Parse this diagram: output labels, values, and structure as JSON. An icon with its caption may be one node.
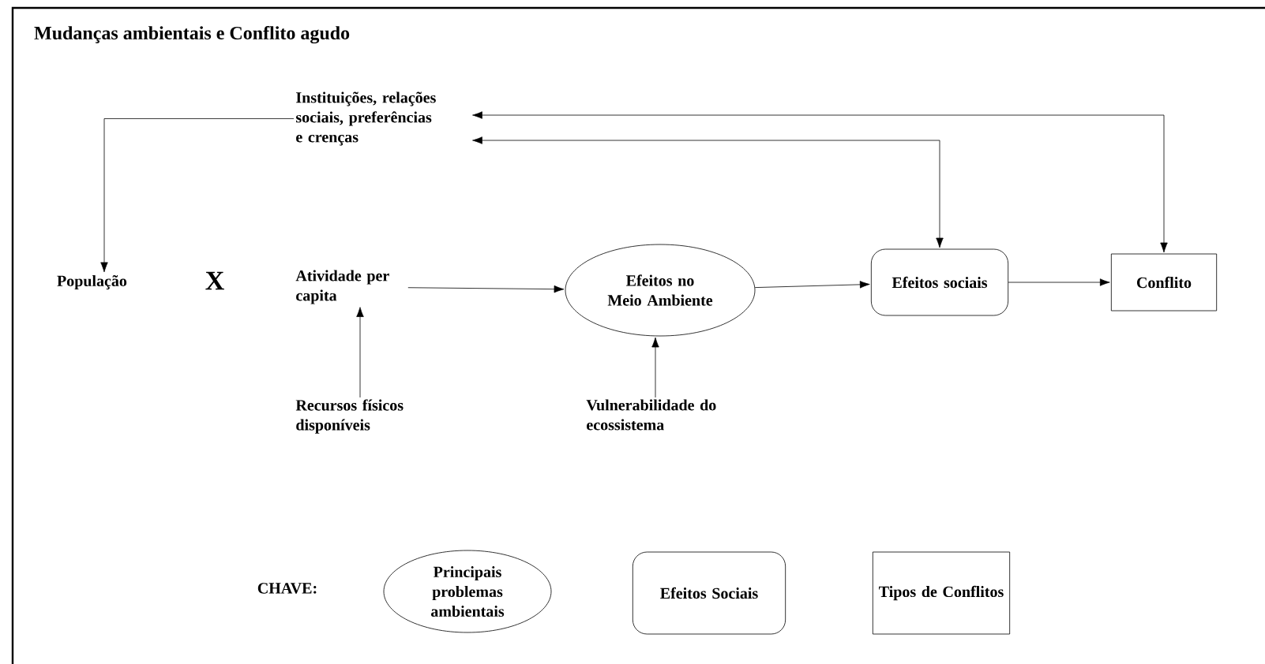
{
  "diagram": {
    "title": "Mudanças ambientais e Conflito agudo",
    "nodes": [
      {
        "text": [
          "Instituições, relações sociais, preferências e crenças"
        ]
      },
      {
        "text": [
          "População"
        ]
      },
      {
        "text": [
          "Atividade per capita"
        ]
      },
      {
        "text": [
          "Efeitos no Meio Ambiente"
        ]
      },
      {
        "text": [
          "Efeitos sociais"
        ]
      },
      {
        "text": [
          "Conflito"
        ]
      },
      {
        "text": [
          "Recursos físicos disponíveis"
        ]
      },
      {
        "text": [
          "Vulnerabilidade do ecossistema"
        ]
      },
      {
        "text": [
          "Principais problemas ambientais"
        ]
      },
      {
        "text": [
          "Efeitos Sociais"
        ]
      },
      {
        "text": [
          "Tipos de Conflitos"
        ]
      }
    ],
    "edges": [
      {
        "from": 0,
        "to": 1,
        "arrow": "to"
      },
      {
        "from": 2,
        "to": 3,
        "arrow": "to"
      },
      {
        "from": 3,
        "to": 4,
        "arrow": "to"
      },
      {
        "from": 4,
        "to": 5,
        "arrow": "to"
      },
      {
        "from": 4,
        "to": 0,
        "arrow": "both"
      },
      {
        "from": 5,
        "to": 0,
        "arrow": "both"
      },
      {
        "from": 6,
        "to": 2,
        "arrow": "to"
      },
      {
        "from": 7,
        "to": 3,
        "arrow": "to"
      }
    ],
    "labels": [
      "X",
      "CHAVE:"
    ]
  }
}
